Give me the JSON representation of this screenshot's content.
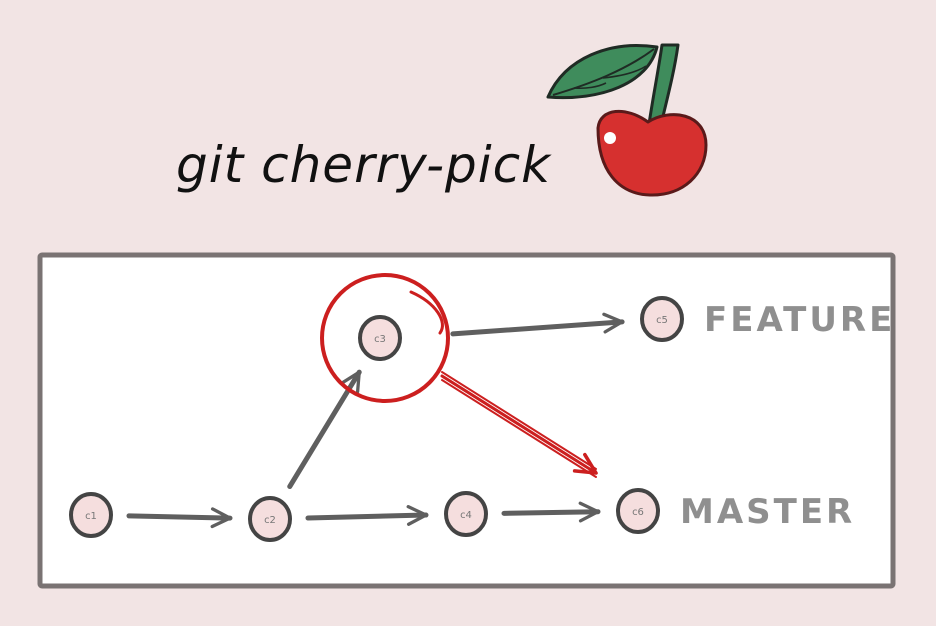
{
  "title": "git cherry-pick",
  "colors": {
    "background": "#f2e4e4",
    "panel": "#ffffff",
    "panel_border": "#7a7373",
    "ink": "#111111",
    "node_fill": "#f5dede",
    "node_stroke": "#444444",
    "arrow": "#5f5f5f",
    "highlight": "#cc1f1f",
    "branch_text": "#8f8f8f",
    "cherry_red": "#d6302f",
    "leaf_green": "#3f8c5c"
  },
  "illustration": {
    "icon": "cherry-icon"
  },
  "diagram": {
    "commits": [
      {
        "id": "c1",
        "label": "c1"
      },
      {
        "id": "c2",
        "label": "c2"
      },
      {
        "id": "c3",
        "label": "c3",
        "highlighted": true
      },
      {
        "id": "c4",
        "label": "c4"
      },
      {
        "id": "c5",
        "label": "c5"
      },
      {
        "id": "c6",
        "label": "c6"
      }
    ],
    "edges": [
      {
        "from": "c1",
        "to": "c2"
      },
      {
        "from": "c2",
        "to": "c3"
      },
      {
        "from": "c2",
        "to": "c4"
      },
      {
        "from": "c3",
        "to": "c5"
      },
      {
        "from": "c4",
        "to": "c6"
      }
    ],
    "cherry_pick": {
      "from": "c3",
      "to": "c6"
    },
    "branches": [
      {
        "name": "FEATURE",
        "at": "c5"
      },
      {
        "name": "MASTER",
        "at": "c6"
      }
    ]
  }
}
